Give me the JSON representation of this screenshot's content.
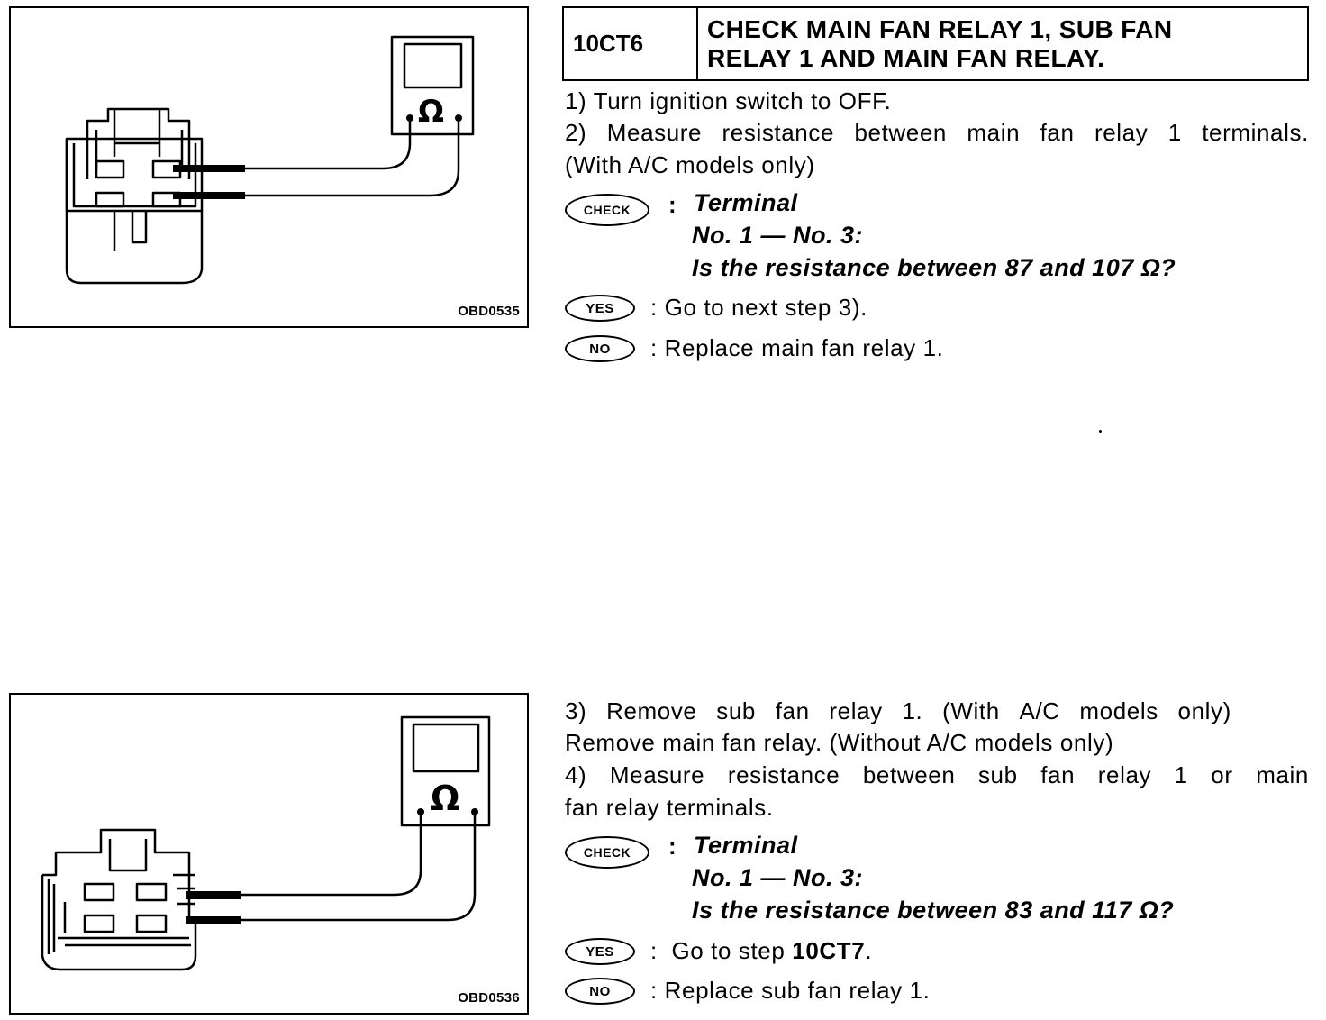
{
  "figure1": {
    "code": "OBD0535",
    "meter_symbol": "Ω"
  },
  "figure2": {
    "code": "OBD0536",
    "meter_symbol": "Ω"
  },
  "header": {
    "step_code": "10CT6",
    "title_line1": "CHECK MAIN FAN RELAY 1, SUB FAN",
    "title_line2": "RELAY 1 AND MAIN FAN RELAY."
  },
  "section1": {
    "steps": [
      "1)  Turn ignition switch to OFF.",
      [
        "2)",
        "Measure",
        "resistance",
        "between",
        "main",
        "fan",
        "relay",
        "1",
        "terminals."
      ],
      "(With A/C models only)"
    ],
    "check_label": "CHECK",
    "check_colon": ":",
    "check_terminal": "Terminal",
    "check_terminals": "No. 1 — No. 3:",
    "check_question": "Is the resistance between 87 and 107 Ω?",
    "yes_label": "YES",
    "yes_text": ":  Go to next step 3).",
    "no_label": "NO",
    "no_text": ":  Replace main fan relay 1."
  },
  "section2": {
    "line1": [
      "3)",
      "Remove",
      "sub",
      "fan",
      "relay",
      "1.",
      "(With",
      "A/C",
      "models",
      "only)"
    ],
    "line2": "Remove main fan relay. (Without A/C models only)",
    "line3": [
      "4)",
      "Measure",
      "resistance",
      "between",
      "sub",
      "fan",
      "relay",
      "1",
      "or",
      "main"
    ],
    "line4": "fan relay terminals.",
    "check_label": "CHECK",
    "check_colon": ":",
    "check_terminal": "Terminal",
    "check_terminals": "No. 1 — No. 3:",
    "check_question": "Is the resistance between 83 and 117 Ω?",
    "yes_label": "YES",
    "yes_text_prefix": ":  Go to step ",
    "yes_text_ref": "10CT7",
    "yes_text_suffix": ".",
    "no_label": "NO",
    "no_text": ":  Replace sub fan relay 1."
  }
}
